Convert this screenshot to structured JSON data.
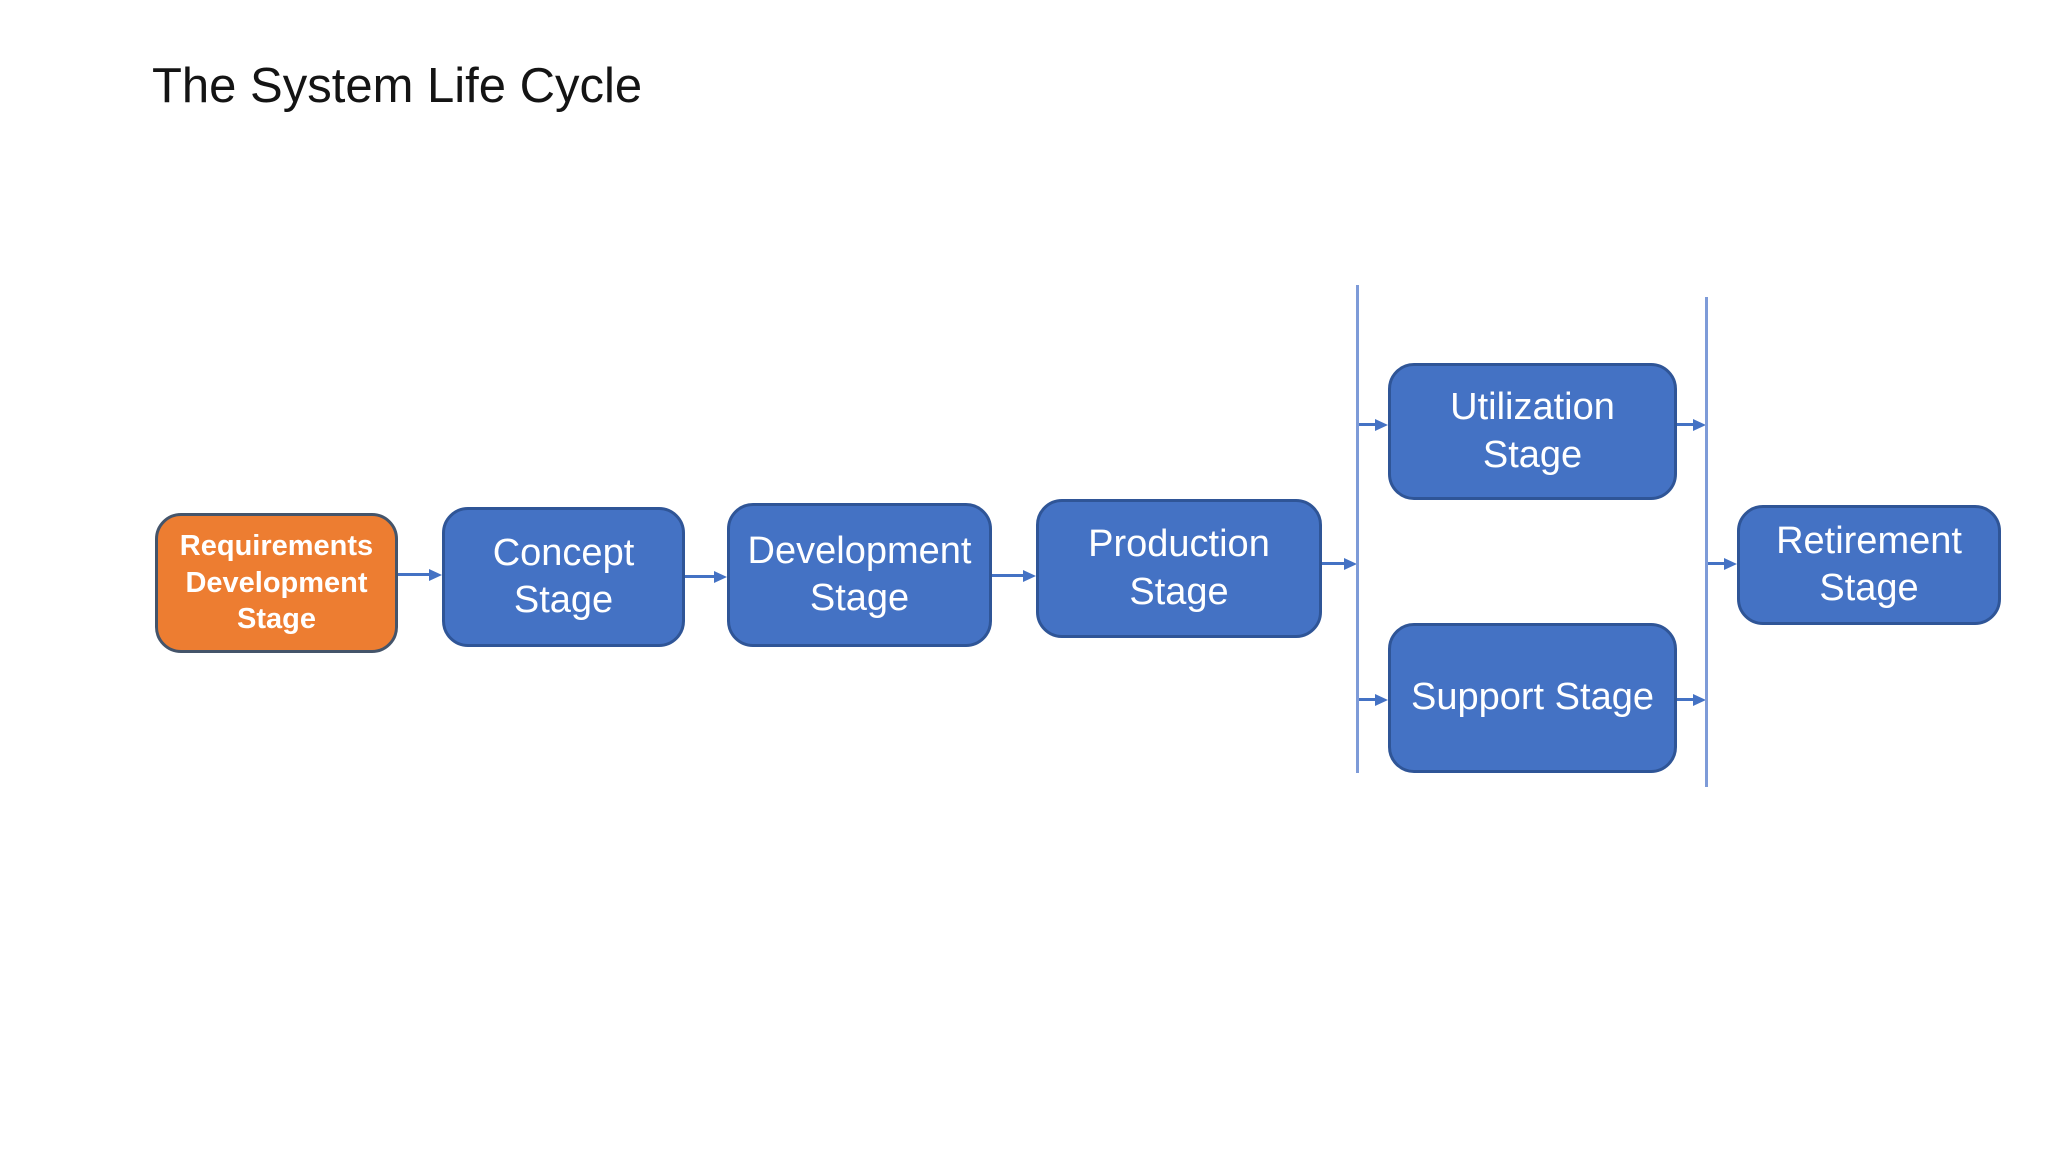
{
  "title": "The System Life Cycle",
  "colors": {
    "background": "#FFFFFF",
    "title-color": "#141414",
    "stage-text": "#FFFFFF",
    "blue-fill": "#4472C4",
    "blue-border": "#2F5597",
    "orange-fill": "#ED7D31",
    "orange-border": "#44546A",
    "connector": "#4472C4",
    "rail": "#7E9BD8"
  },
  "stages": {
    "requirements": {
      "label": "Requirements Development Stage",
      "lines": [
        "Requirements",
        "Development",
        "Stage"
      ]
    },
    "concept": {
      "label": "Concept Stage",
      "lines": [
        "Concept",
        "Stage"
      ]
    },
    "development": {
      "label": "Development Stage",
      "lines": [
        "Development",
        "Stage"
      ]
    },
    "production": {
      "label": "Production Stage",
      "lines": [
        "Production",
        "Stage"
      ]
    },
    "utilization": {
      "label": "Utilization Stage",
      "lines": [
        "Utilization",
        "Stage"
      ]
    },
    "support": {
      "label": "Support Stage",
      "lines": [
        "Support Stage"
      ]
    },
    "retirement": {
      "label": "Retirement Stage",
      "lines": [
        "Retirement",
        "Stage"
      ]
    }
  },
  "flow": {
    "sequence": [
      "Requirements Development Stage",
      "Concept Stage",
      "Development Stage",
      "Production Stage"
    ],
    "parallel_branch": [
      "Utilization Stage",
      "Support Stage"
    ],
    "final": "Retirement Stage"
  }
}
